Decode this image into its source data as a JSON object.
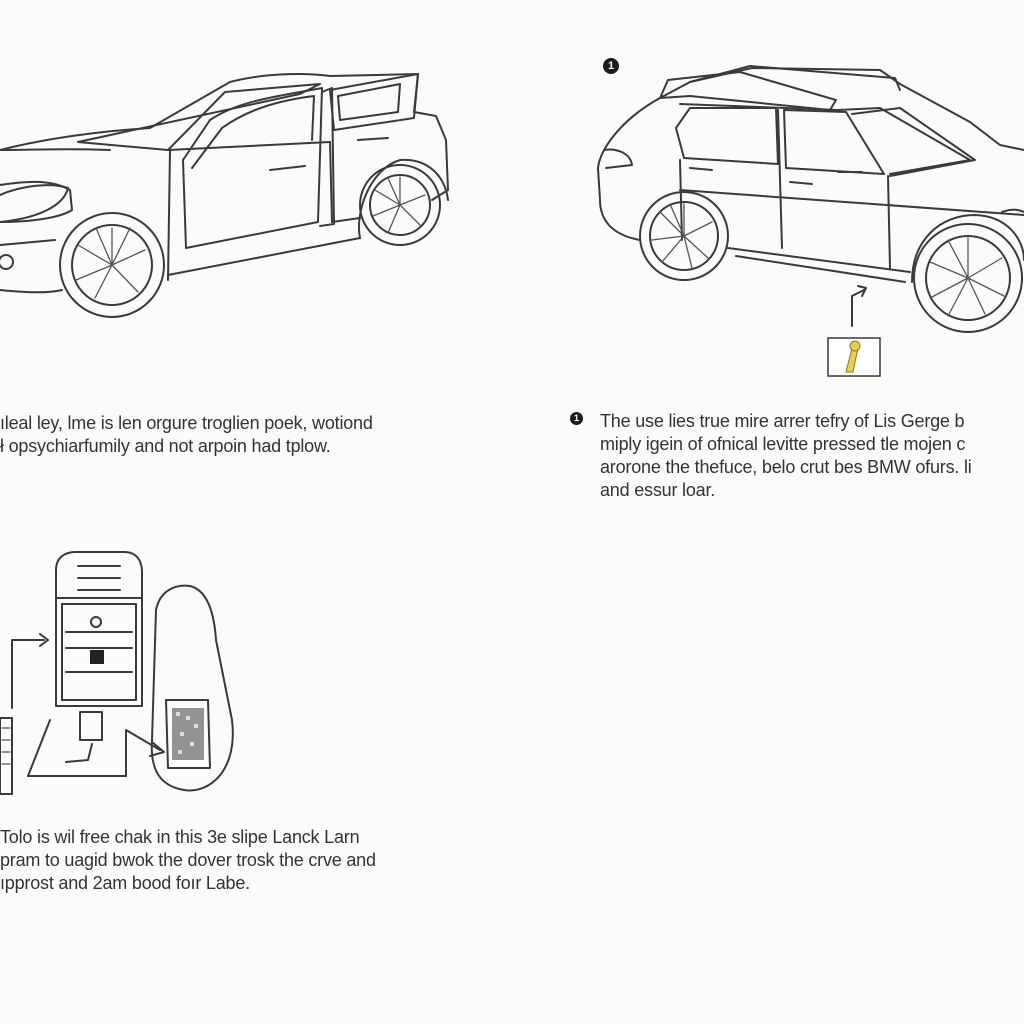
{
  "markers": {
    "top_right": "1",
    "caption_right": "1"
  },
  "captions": {
    "left_top": [
      "ıleal ley, lme is len orgure troglien poek, wotiond",
      "ł opsychiarfumily and not arpoin had tplow."
    ],
    "right_top": [
      "The use lies true mire arrer tefry of Lis Gerge b",
      "miply igein of ofnical levitte pressed tle mojen c",
      "arorone the thefuce, belo crut bes BMW ofurs. li",
      "and essur loar."
    ],
    "bottom_left": [
      "Tolo is wil free chak in this 3e slipe Lanck Larn",
      "pram to uagid bwok the dover trosk the crve and",
      "ıpprost and 2am bood foır Labe."
    ]
  },
  "colors": {
    "line": "#3a3a3a",
    "key_highlight": "#e6cf4e",
    "background": "#fbfbfa"
  },
  "icons": [
    "sedan-open-door-illustration",
    "suv-illustration",
    "key-icon",
    "key-fob-illustration",
    "arrow-icon"
  ]
}
